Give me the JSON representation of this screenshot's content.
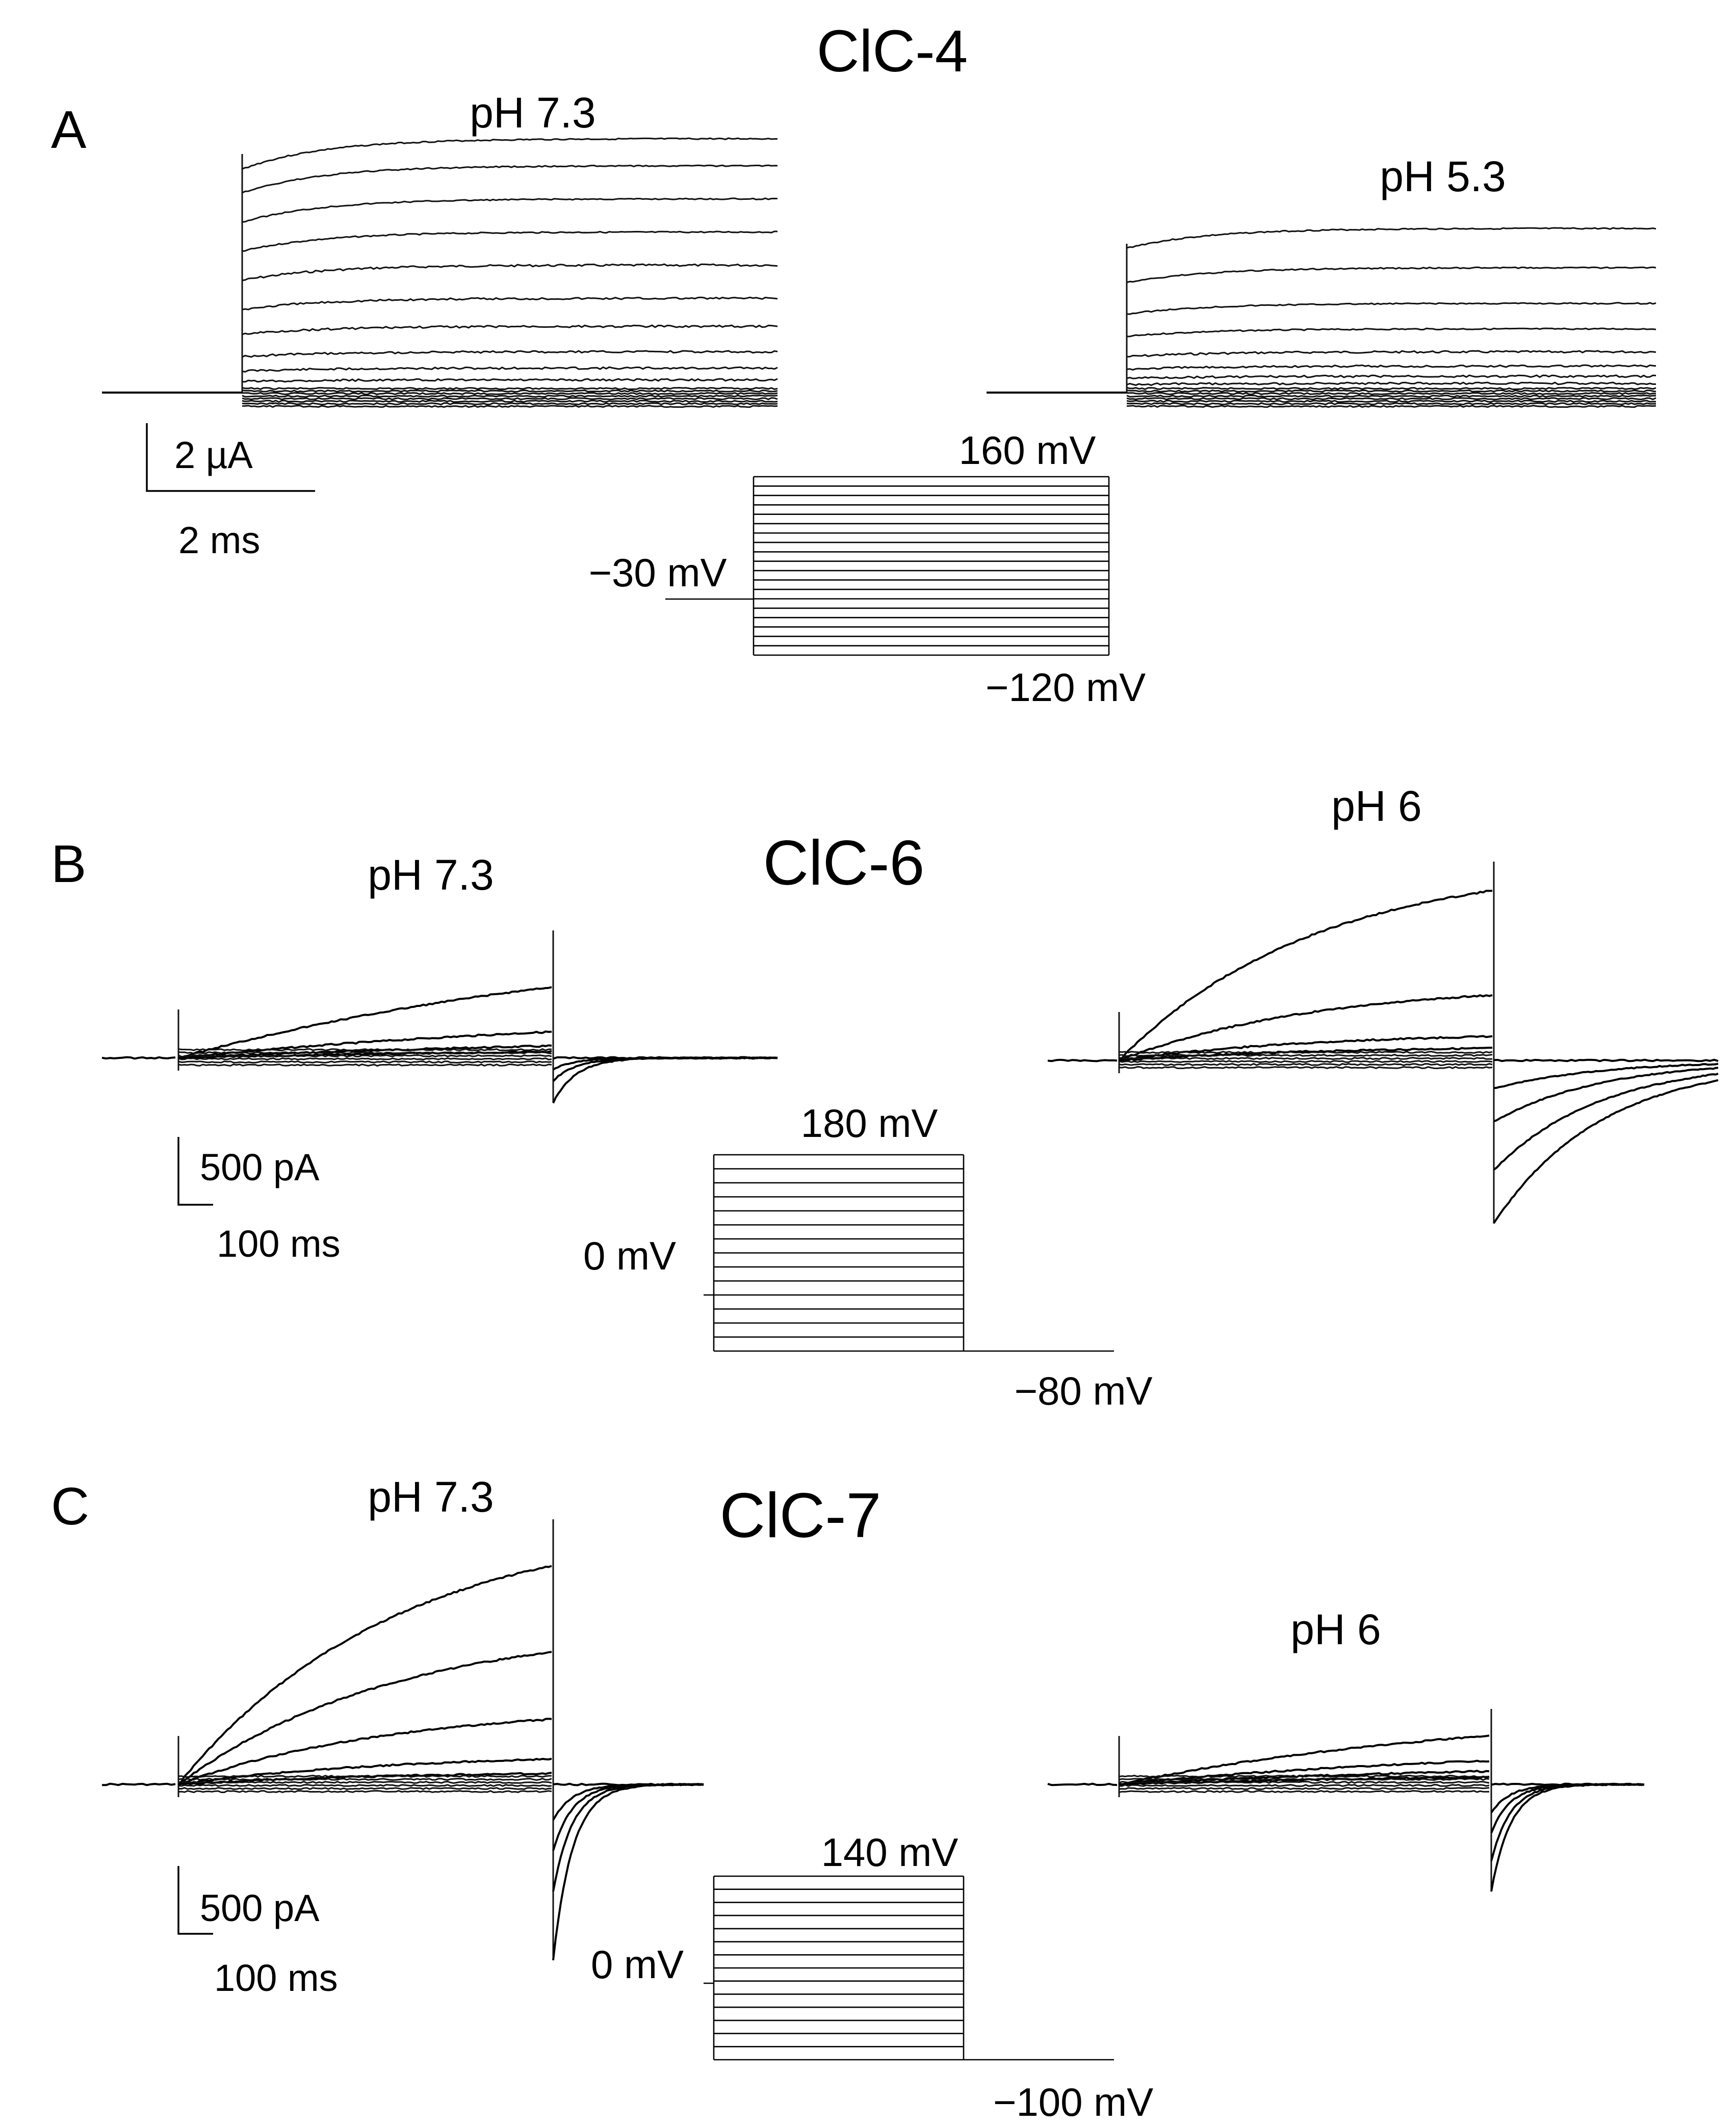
{
  "figure": {
    "panel_a": {
      "letter": "A",
      "title": "ClC-4",
      "left_condition": "pH 7.3",
      "right_condition": "pH 5.3",
      "scale_current": "2 µA",
      "scale_time": "2 ms",
      "protocol": {
        "holding": "−30 mV",
        "top": "160 mV",
        "bottom": "−120 mV"
      }
    },
    "panel_b": {
      "letter": "B",
      "title": "ClC-6",
      "left_condition": "pH 7.3",
      "right_condition": "pH 6",
      "scale_current": "500 pA",
      "scale_time": "100 ms",
      "protocol": {
        "holding": "0 mV",
        "top": "180 mV",
        "bottom": "−80 mV"
      }
    },
    "panel_c": {
      "letter": "C",
      "title": "ClC-7",
      "left_condition": "pH 7.3",
      "right_condition": "pH 6",
      "scale_current": "500 pA",
      "scale_time": "100 ms",
      "protocol": {
        "holding": "0 mV",
        "top": "140 mV",
        "bottom": "−100 mV"
      }
    }
  }
}
